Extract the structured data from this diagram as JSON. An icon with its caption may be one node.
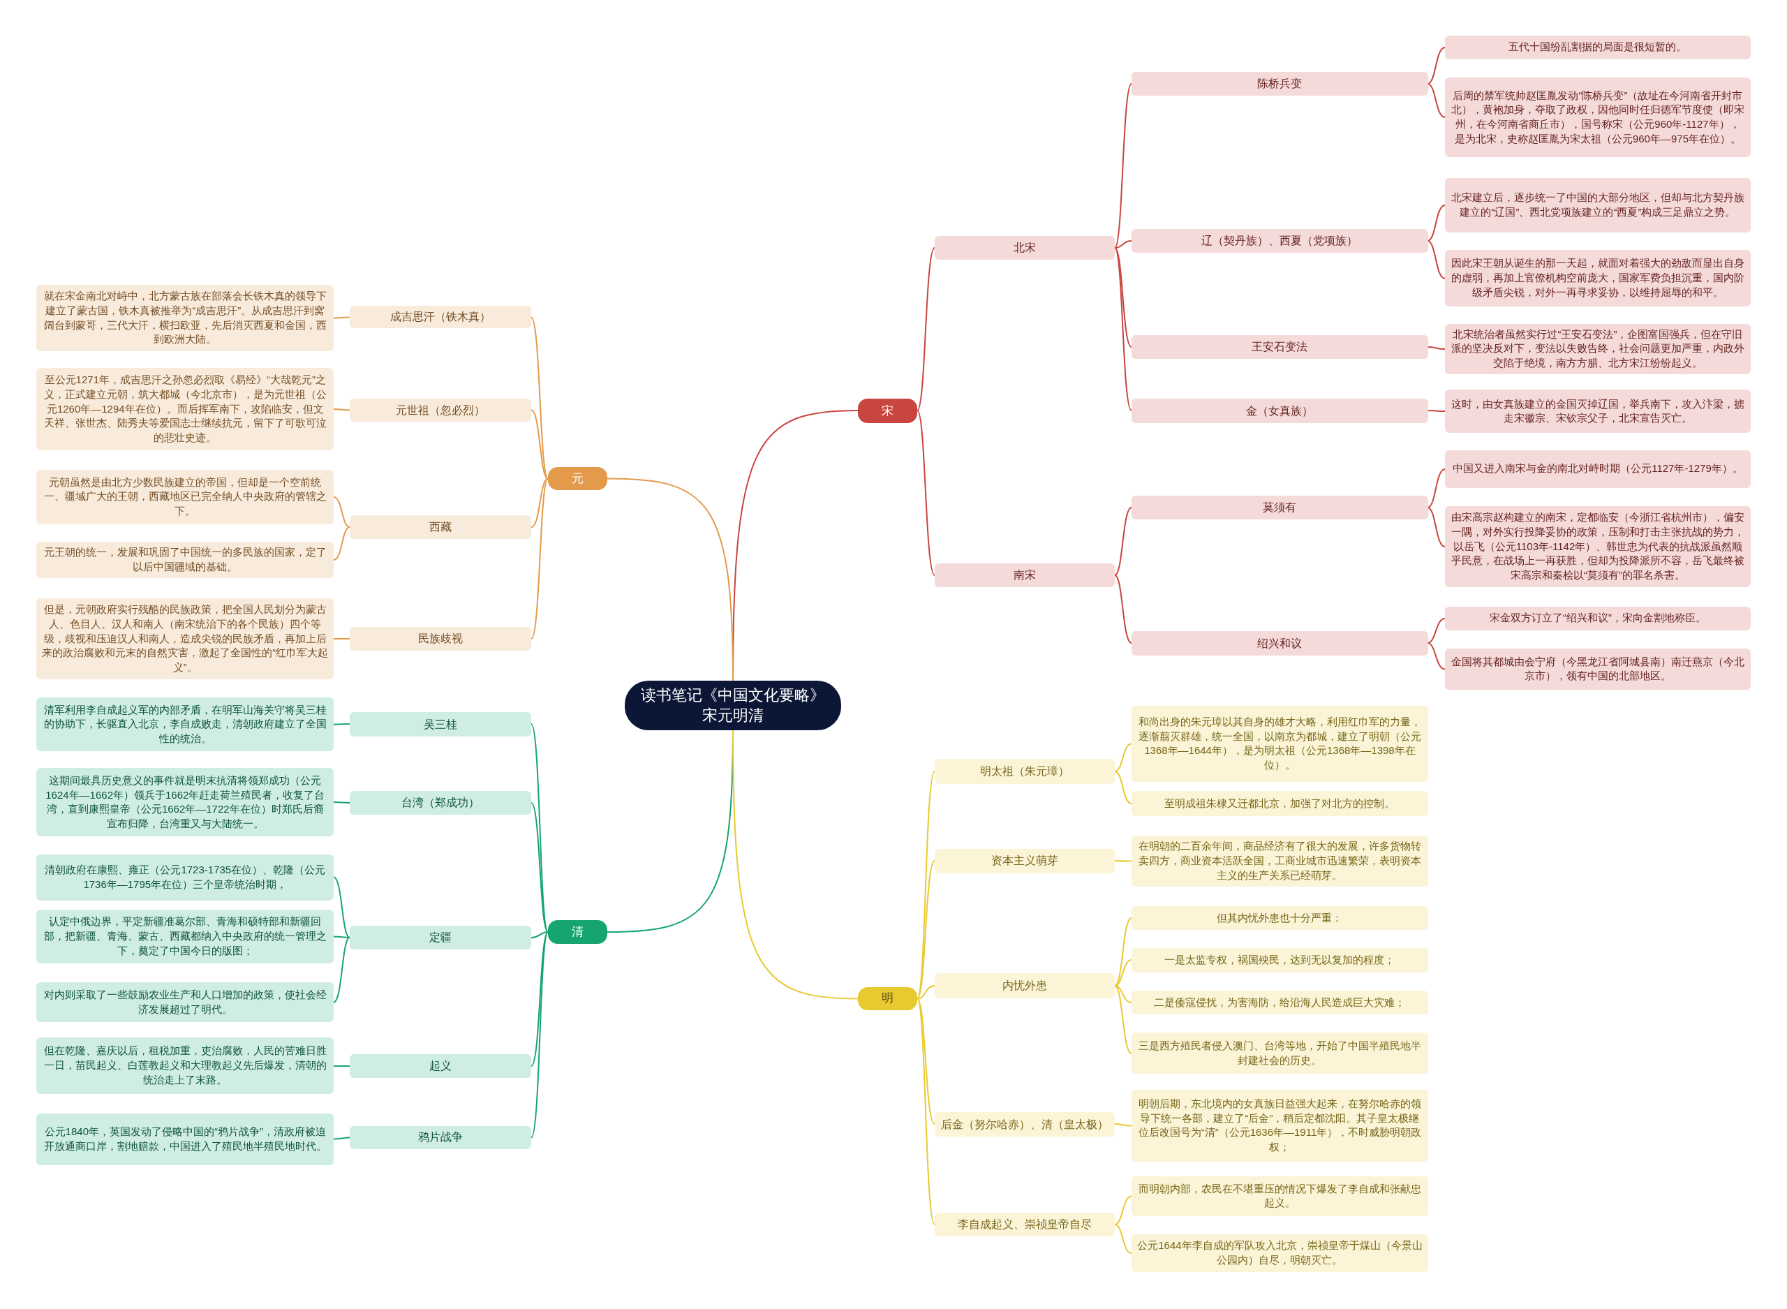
{
  "diagram": {
    "nodes": [
      {
        "text": [
          "读书笔记《中国文化要略》宋元明清"
        ]
      },
      {
        "text": [
          "宋"
        ]
      },
      {
        "text": [
          "北宋"
        ]
      },
      {
        "text": [
          "陈桥兵变"
        ]
      },
      {
        "text": [
          "五代十国纷乱割据的局面是很短暂的。"
        ]
      },
      {
        "text": [
          "后周的禁军统帅赵匡胤发动“陈桥兵变”（故址在今河南省开封市北），黄袍加身，夺取了政权，因他同时任归德军节度使（即宋州，在今河南省商丘市），国号称宋（公元960年-1127年），是为北宋，史称赵匡胤为宋太祖（公元960年—975年在位）。"
        ]
      },
      {
        "text": [
          "辽（契丹族）、西夏（党项族）"
        ]
      },
      {
        "text": [
          "北宋建立后，逐步统一了中国的大部分地区，但却与北方契丹族建立的“辽国”、西北党项族建立的“西夏”构成三足鼎立之势。"
        ]
      },
      {
        "text": [
          "因此宋王朝从诞生的那一天起，就面对着强大的劲敌而显出自身的虚弱，再加上官僚机构空前庞大，国家军费负担沉重，国内阶级矛盾尖锐，对外一再寻求妥协，以维持屈辱的和平。"
        ]
      },
      {
        "text": [
          "王安石变法"
        ]
      },
      {
        "text": [
          "北宋统治者虽然实行过“王安石变法”，企图富国强兵，但在守旧派的坚决反对下，变法以失败告终，社会问题更加严重，内政外交陷于绝境，南方方腊、北方宋江纷纷起义。"
        ]
      },
      {
        "text": [
          "金（女真族）"
        ]
      },
      {
        "text": [
          "这时，由女真族建立的金国灭掉辽国，举兵南下，攻入汴梁，掳走宋徽宗、宋钦宗父子，北宋宣告灭亡。"
        ]
      },
      {
        "text": [
          "南宋"
        ]
      },
      {
        "text": [
          "莫须有"
        ]
      },
      {
        "text": [
          "中国又进入南宋与金的南北对峙时期（公元1127年-1279年）。"
        ]
      },
      {
        "text": [
          "由宋高宗赵构建立的南宋，定都临安（今浙江省杭州市），偏安一隅，对外实行投降妥协的政策，压制和打击主张抗战的势力，以岳飞（公元1103年-1142年）、韩世忠为代表的抗战派虽然顺乎民意，在战场上一再获胜，但却为投降派所不容，岳飞最终被宋高宗和秦桧以“莫须有”的罪名杀害。"
        ]
      },
      {
        "text": [
          "绍兴和议"
        ]
      },
      {
        "text": [
          "宋金双方订立了“绍兴和议”，宋向金割地称臣。"
        ]
      },
      {
        "text": [
          "金国将其都城由会宁府（今黑龙江省阿城县南）南迁燕京（今北京市），领有中国的北部地区。"
        ]
      },
      {
        "text": [
          "元"
        ]
      },
      {
        "text": [
          "成吉思汗（铁木真）"
        ]
      },
      {
        "text": [
          "就在宋金南北对峙中，北方蒙古族在部落会长铁木真的领导下建立了蒙古国，铁木真被推举为“成吉思汗”。从成吉思汗到窝阔台到蒙哥，三代大汗，横扫欧亚，先后消灭西夏和金国，西到欧洲大陆。"
        ]
      },
      {
        "text": [
          "元世祖（忽必烈）"
        ]
      },
      {
        "text": [
          "至公元1271年，成吉思汗之孙忽必烈取《易经》“大哉乾元”之义，正式建立元朝，筑大都城（今北京市），是为元世祖（公元1260年—1294年在位）。而后挥军南下，攻陷临安，但文天祥、张世杰、陆秀夫等爱国志士继续抗元，留下了可歌可泣的悲壮史迹。"
        ]
      },
      {
        "text": [
          "西藏"
        ]
      },
      {
        "text": [
          "元朝虽然是由北方少数民族建立的帝国，但却是一个空前统一、疆域广大的王朝，西藏地区已完全纳人中央政府的管辖之下。"
        ]
      },
      {
        "text": [
          "元王朝的统一，发展和巩固了中国统一的多民族的国家，定了以后中国疆域的基础。"
        ]
      },
      {
        "text": [
          "民族歧视"
        ]
      },
      {
        "text": [
          "但是，元朝政府实行残酷的民族政策，把全国人民划分为蒙古人、色目人、汉人和南人（南宋统治下的各个民族）四个等级，歧视和压迫汉人和南人，造成尖锐的民族矛盾，再加上后来的政治腐败和元末的自然灾害，激起了全国性的“红巾军大起义”。"
        ]
      },
      {
        "text": [
          "清"
        ]
      },
      {
        "text": [
          "吴三桂"
        ]
      },
      {
        "text": [
          "清军利用李自成起义军的内部矛盾，在明军山海关守将吴三桂的协助下，长驱直入北京，李自成败走，清朝政府建立了全国性的统治。"
        ]
      },
      {
        "text": [
          "台湾（郑成功）"
        ]
      },
      {
        "text": [
          "这期间最具历史意义的事件就是明末抗清将领郑成功（公元1624年—1662年）领兵于1662年赶走荷兰殖民者，收复了台湾，直到康熙皇帝（公元1662年—1722年在位）时郑氏后裔宣布归降，台湾重又与大陆统一。"
        ]
      },
      {
        "text": [
          "定疆"
        ]
      },
      {
        "text": [
          "清朝政府在康熙、雍正（公元1723-1735在位）、乾隆（公元1736年—1795年在位）三个皇帝统治时期，"
        ]
      },
      {
        "text": [
          "认定中俄边界，平定新疆准葛尔部、青海和硕特部和新疆回部，把新疆、青海、蒙古、西藏都纳入中央政府的统一管理之下，奠定了中国今日的版图；"
        ]
      },
      {
        "text": [
          "对内则采取了一些鼓励农业生产和人口增加的政策，使社会经济发展超过了明代。"
        ]
      },
      {
        "text": [
          "起义"
        ]
      },
      {
        "text": [
          "但在乾隆、嘉庆以后，租税加重，吏治腐败，人民的苦难日胜一日，苗民起义、白莲教起义和大理教起义先后爆发，清朝的统治走上了末路。"
        ]
      },
      {
        "text": [
          "鸦片战争"
        ]
      },
      {
        "text": [
          "公元1840年，英国发动了侵略中国的“鸦片战争”，清政府被迫开放通商口岸，割地赔款，中国进入了殖民地半殖民地时代。"
        ]
      },
      {
        "text": [
          "明"
        ]
      },
      {
        "text": [
          "明太祖（朱元璋）"
        ]
      },
      {
        "text": [
          "和尚出身的朱元璋以其自身的雄才大略，利用红巾军的力量，逐渐翦灭群雄，统一全国，以南京为都城，建立了明朝（公元1368年—1644年），是为明太祖（公元1368年—1398年在位）。"
        ]
      },
      {
        "text": [
          "至明成祖朱棣又迁都北京，加强了对北方的控制。"
        ]
      },
      {
        "text": [
          "资本主义萌芽"
        ]
      },
      {
        "text": [
          "在明朝的二百余年间，商品经济有了很大的发展，许多货物转卖四方，商业资本活跃全国，工商业城市迅速繁荣，表明资本主义的生产关系已经萌芽。"
        ]
      },
      {
        "text": [
          "内忧外患"
        ]
      },
      {
        "text": [
          "但其内忧外患也十分严重："
        ]
      },
      {
        "text": [
          "一是太监专权，祸国殃民，达到无以复加的程度；"
        ]
      },
      {
        "text": [
          "二是倭寇侵扰，为害海防，给沿海人民造成巨大灾难；"
        ]
      },
      {
        "text": [
          "三是西方殖民者侵入澳门、台湾等地，开始了中国半殖民地半封建社会的历史。"
        ]
      },
      {
        "text": [
          "后金（努尔哈赤）、清（皇太极）"
        ]
      },
      {
        "text": [
          "明朝后期，东北境内的女真族日益强大起来，在努尔哈赤的领导下统一各部，建立了“后金”，稍后定都沈阳。其子皇太极继位后改国号为“清”（公元1636年—1911年），不时威胁明朝政权；"
        ]
      },
      {
        "text": [
          "李自成起义、崇祯皇帝自尽"
        ]
      },
      {
        "text": [
          "而明朝内部，农民在不堪重压的情况下爆发了李自成和张献忠起义。"
        ]
      },
      {
        "text": [
          "公元1644年李自成的军队攻入北京，崇祯皇帝于煤山（今景山公园内）自尽，明朝灭亡。"
        ]
      }
    ],
    "edges": [
      {
        "from": 0,
        "to": 1,
        "arrow": "none",
        "color": "#c9453f"
      },
      {
        "from": 1,
        "to": 2,
        "arrow": "none",
        "color": "#c9453f"
      },
      {
        "from": 1,
        "to": 13,
        "arrow": "none",
        "color": "#c9453f"
      },
      {
        "from": 2,
        "to": 3,
        "arrow": "none",
        "color": "#c9453f"
      },
      {
        "from": 2,
        "to": 6,
        "arrow": "none",
        "color": "#c9453f"
      },
      {
        "from": 2,
        "to": 9,
        "arrow": "none",
        "color": "#c9453f"
      },
      {
        "from": 2,
        "to": 11,
        "arrow": "none",
        "color": "#c9453f"
      },
      {
        "from": 3,
        "to": 4,
        "arrow": "none",
        "color": "#c9453f"
      },
      {
        "from": 3,
        "to": 5,
        "arrow": "none",
        "color": "#c9453f"
      },
      {
        "from": 6,
        "to": 7,
        "arrow": "none",
        "color": "#c9453f"
      },
      {
        "from": 6,
        "to": 8,
        "arrow": "none",
        "color": "#c9453f"
      },
      {
        "from": 9,
        "to": 10,
        "arrow": "none",
        "color": "#c9453f"
      },
      {
        "from": 11,
        "to": 12,
        "arrow": "none",
        "color": "#c9453f"
      },
      {
        "from": 13,
        "to": 14,
        "arrow": "none",
        "color": "#c9453f"
      },
      {
        "from": 13,
        "to": 17,
        "arrow": "none",
        "color": "#c9453f"
      },
      {
        "from": 14,
        "to": 15,
        "arrow": "none",
        "color": "#c9453f"
      },
      {
        "from": 14,
        "to": 16,
        "arrow": "none",
        "color": "#c9453f"
      },
      {
        "from": 17,
        "to": 18,
        "arrow": "none",
        "color": "#c9453f"
      },
      {
        "from": 17,
        "to": 19,
        "arrow": "none",
        "color": "#c9453f"
      },
      {
        "from": 0,
        "to": 20,
        "arrow": "none",
        "color": "#e39a4b"
      },
      {
        "from": 20,
        "to": 21,
        "arrow": "none",
        "color": "#e39a4b"
      },
      {
        "from": 20,
        "to": 23,
        "arrow": "none",
        "color": "#e39a4b"
      },
      {
        "from": 20,
        "to": 25,
        "arrow": "none",
        "color": "#e39a4b"
      },
      {
        "from": 20,
        "to": 28,
        "arrow": "none",
        "color": "#e39a4b"
      },
      {
        "from": 21,
        "to": 22,
        "arrow": "none",
        "color": "#e39a4b"
      },
      {
        "from": 23,
        "to": 24,
        "arrow": "none",
        "color": "#e39a4b"
      },
      {
        "from": 25,
        "to": 26,
        "arrow": "none",
        "color": "#e39a4b"
      },
      {
        "from": 25,
        "to": 27,
        "arrow": "none",
        "color": "#e39a4b"
      },
      {
        "from": 28,
        "to": 29,
        "arrow": "none",
        "color": "#e39a4b"
      },
      {
        "from": 0,
        "to": 30,
        "arrow": "none",
        "color": "#16a571"
      },
      {
        "from": 30,
        "to": 31,
        "arrow": "none",
        "color": "#16a571"
      },
      {
        "from": 30,
        "to": 33,
        "arrow": "none",
        "color": "#16a571"
      },
      {
        "from": 30,
        "to": 35,
        "arrow": "none",
        "color": "#16a571"
      },
      {
        "from": 30,
        "to": 39,
        "arrow": "none",
        "color": "#16a571"
      },
      {
        "from": 30,
        "to": 41,
        "arrow": "none",
        "color": "#16a571"
      },
      {
        "from": 31,
        "to": 32,
        "arrow": "none",
        "color": "#16a571"
      },
      {
        "from": 33,
        "to": 34,
        "arrow": "none",
        "color": "#16a571"
      },
      {
        "from": 35,
        "to": 36,
        "arrow": "none",
        "color": "#16a571"
      },
      {
        "from": 35,
        "to": 37,
        "arrow": "none",
        "color": "#16a571"
      },
      {
        "from": 35,
        "to": 38,
        "arrow": "none",
        "color": "#16a571"
      },
      {
        "from": 39,
        "to": 40,
        "arrow": "none",
        "color": "#16a571"
      },
      {
        "from": 41,
        "to": 42,
        "arrow": "none",
        "color": "#16a571"
      },
      {
        "from": 0,
        "to": 43,
        "arrow": "none",
        "color": "#e9c930"
      },
      {
        "from": 43,
        "to": 44,
        "arrow": "none",
        "color": "#e9c930"
      },
      {
        "from": 43,
        "to": 47,
        "arrow": "none",
        "color": "#e9c930"
      },
      {
        "from": 43,
        "to": 49,
        "arrow": "none",
        "color": "#e9c930"
      },
      {
        "from": 43,
        "to": 54,
        "arrow": "none",
        "color": "#e9c930"
      },
      {
        "from": 43,
        "to": 56,
        "arrow": "none",
        "color": "#e9c930"
      },
      {
        "from": 44,
        "to": 45,
        "arrow": "none",
        "color": "#e9c930"
      },
      {
        "from": 44,
        "to": 46,
        "arrow": "none",
        "color": "#e9c930"
      },
      {
        "from": 47,
        "to": 48,
        "arrow": "none",
        "color": "#e9c930"
      },
      {
        "from": 49,
        "to": 50,
        "arrow": "none",
        "color": "#e9c930"
      },
      {
        "from": 49,
        "to": 51,
        "arrow": "none",
        "color": "#e9c930"
      },
      {
        "from": 49,
        "to": 52,
        "arrow": "none",
        "color": "#e9c930"
      },
      {
        "from": 49,
        "to": 53,
        "arrow": "none",
        "color": "#e9c930"
      },
      {
        "from": 54,
        "to": 55,
        "arrow": "none",
        "color": "#e9c930"
      },
      {
        "from": 56,
        "to": 57,
        "arrow": "none",
        "color": "#e9c930"
      },
      {
        "from": 56,
        "to": 58,
        "arrow": "none",
        "color": "#e9c930"
      }
    ]
  }
}
